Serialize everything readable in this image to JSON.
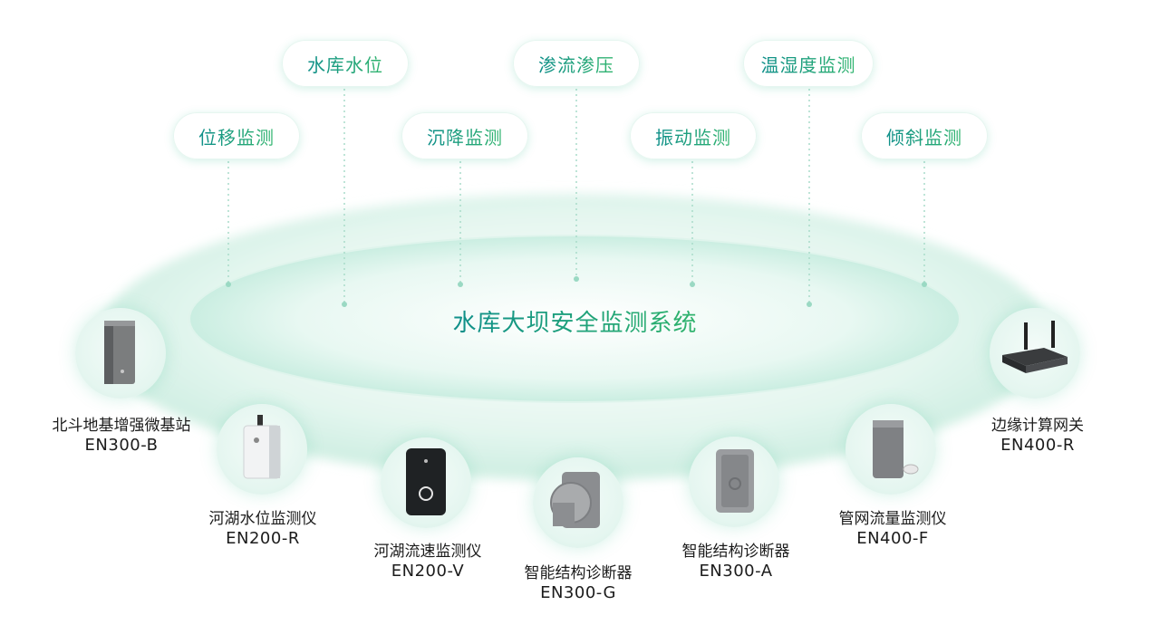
{
  "center_title": "水库大坝安全监测系统",
  "monitor_items": [
    {
      "label": "水库水位"
    },
    {
      "label": "渗流渗压"
    },
    {
      "label": "温湿度监测"
    },
    {
      "label": "位移监测"
    },
    {
      "label": "沉降监测"
    },
    {
      "label": "振动监测"
    },
    {
      "label": "倾斜监测"
    }
  ],
  "devices": [
    {
      "name": "北斗地基增强微基站",
      "model": "EN300-B",
      "icon": "base-station-icon"
    },
    {
      "name": "河湖水位监测仪",
      "model": "EN200-R",
      "icon": "water-level-meter-icon"
    },
    {
      "name": "河湖流速监测仪",
      "model": "EN200-V",
      "icon": "flow-velocity-meter-icon"
    },
    {
      "name": "智能结构诊断器",
      "model": "EN300-G",
      "icon": "structure-diagnoser-g-icon"
    },
    {
      "name": "智能结构诊断器",
      "model": "EN300-A",
      "icon": "structure-diagnoser-a-icon"
    },
    {
      "name": "管网流量监测仪",
      "model": "EN400-F",
      "icon": "pipe-flow-meter-icon"
    },
    {
      "name": "边缘计算网关",
      "model": "EN400-R",
      "icon": "edge-gateway-icon"
    }
  ],
  "colors": {
    "accent_teal": "#0f8f8a",
    "accent_green": "#31b56e",
    "ring": "#d8f3ea"
  }
}
